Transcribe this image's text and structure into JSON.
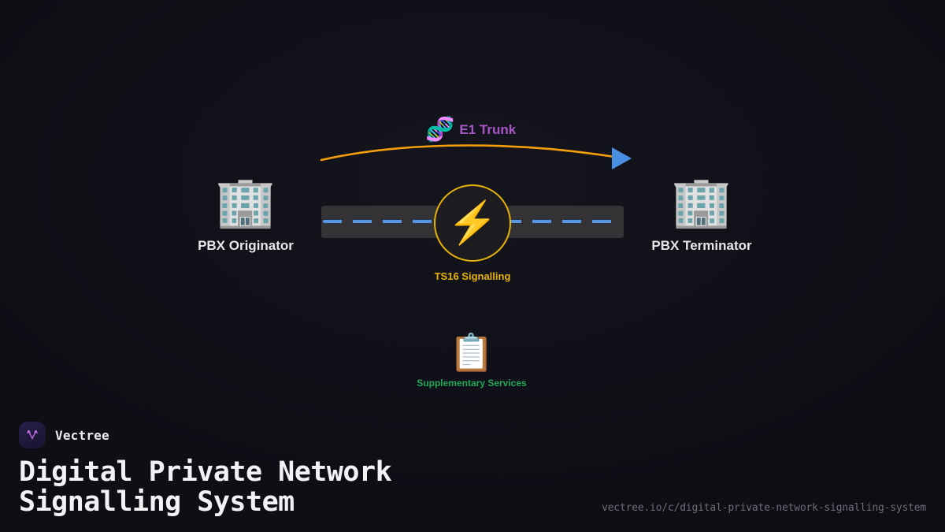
{
  "background": {
    "color": "#0e0e14"
  },
  "diagram": {
    "nodes": [
      {
        "id": "pbx-originator",
        "icon": "office-building-icon",
        "glyph": "🏢",
        "label": "PBX Originator",
        "color": "#e6e7ea"
      },
      {
        "id": "pbx-terminator",
        "icon": "office-building-icon",
        "glyph": "🏢",
        "label": "PBX Terminator",
        "color": "#e6e7ea"
      },
      {
        "id": "supplementary-services",
        "icon": "clipboard-icon",
        "glyph": "📋",
        "label": "Supplementary Services",
        "color": "#22a85a"
      }
    ],
    "hub": {
      "id": "ts16-signalling",
      "icon": "lightning-bolt-icon",
      "glyph": "⚡",
      "label": "TS16 Signalling",
      "color": "#e8b308",
      "border_color": "#e8b308",
      "fill_color": "#1d1d21"
    },
    "link": {
      "id": "e1-trunk",
      "icon": "dna-icon",
      "glyph": "🧬",
      "label": "E1 Trunk",
      "color": "#a855c7",
      "curve_color": "#f59e0b",
      "arrow_color": "#4a90e2"
    },
    "road": {
      "id": "signalling-path",
      "surface_color": "#333335",
      "dash_color": "#5596e6"
    }
  },
  "footer": {
    "brand": "Vectree",
    "brand_mark_icon": "vectree-logo-icon",
    "brand_mark_color": "#c06bdd",
    "title": "Digital Private Network\nSignalling System",
    "url": "vectree.io/c/digital-private-network-signalling-system"
  }
}
